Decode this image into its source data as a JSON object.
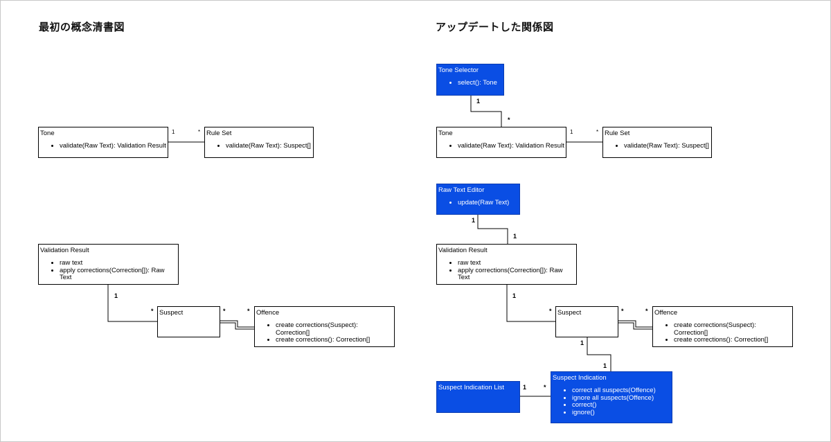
{
  "left": {
    "title": "最初の概念清書図",
    "tone": {
      "name": "Tone",
      "methods": [
        "validate(Raw Text): Validation Result"
      ]
    },
    "rule_set": {
      "name": "Rule Set",
      "methods": [
        "validate(Raw Text): Suspect[]"
      ]
    },
    "validation_result": {
      "name": "Validation Result",
      "methods": [
        "raw text",
        "apply corrections(Correction[]): Raw Text"
      ]
    },
    "suspect": {
      "name": "Suspect",
      "methods": []
    },
    "offence": {
      "name": "Offence",
      "methods": [
        "create corrections(Suspect): Correction[]",
        "create corrections(): Correction[]"
      ]
    },
    "mult": {
      "tone_ruleset_1": "1",
      "tone_ruleset_star": "*",
      "vr_suspect_1": "1",
      "vr_suspect_star": "*",
      "suspect_offence_star_a": "*",
      "suspect_offence_star_b": "*"
    }
  },
  "right": {
    "title": "アップデートした関係図",
    "tone_selector": {
      "name": "Tone Selector",
      "methods": [
        "select(): Tone"
      ]
    },
    "tone": {
      "name": "Tone",
      "methods": [
        "validate(Raw Text): Validation Result"
      ]
    },
    "rule_set": {
      "name": "Rule Set",
      "methods": [
        "validate(Raw Text): Suspect[]"
      ]
    },
    "raw_text_editor": {
      "name": "Raw Text Editor",
      "methods": [
        "update(Raw Text)"
      ]
    },
    "validation_result": {
      "name": "Validation Result",
      "methods": [
        "raw text",
        "apply corrections(Correction[]): Raw Text"
      ]
    },
    "suspect": {
      "name": "Suspect",
      "methods": []
    },
    "offence": {
      "name": "Offence",
      "methods": [
        "create corrections(Suspect): Correction[]",
        "create corrections(): Correction[]"
      ]
    },
    "suspect_indication_list": {
      "name": "Suspect Indication List",
      "methods": []
    },
    "suspect_indication": {
      "name": "Suspect Indication",
      "methods": [
        "correct all suspects(Offence)",
        "ignore all suspects(Offence)",
        "correct()",
        "ignore()"
      ]
    },
    "mult": {
      "selector_tone_1": "1",
      "selector_tone_star": "*",
      "tone_ruleset_1": "1",
      "tone_ruleset_star": "*",
      "editor_vr_1a": "1",
      "editor_vr_1b": "1",
      "vr_suspect_1": "1",
      "vr_suspect_star": "*",
      "suspect_offence_star_a": "*",
      "suspect_offence_star_b": "*",
      "suspect_indication_1a": "1",
      "suspect_indication_1b": "1",
      "list_indication_1": "1",
      "list_indication_star": "*"
    }
  },
  "colors": {
    "highlight": "#0a4ee4",
    "line": "#000000"
  }
}
